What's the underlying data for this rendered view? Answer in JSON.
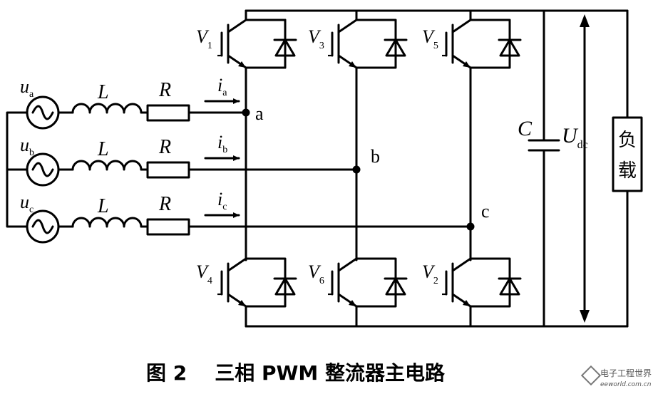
{
  "sources": [
    {
      "symbol": "u",
      "sub": "a"
    },
    {
      "symbol": "u",
      "sub": "b"
    },
    {
      "symbol": "u",
      "sub": "c"
    }
  ],
  "inductor_label": "L",
  "resistor_label": "R",
  "currents": [
    {
      "symbol": "i",
      "sub": "a"
    },
    {
      "symbol": "i",
      "sub": "b"
    },
    {
      "symbol": "i",
      "sub": "c"
    }
  ],
  "nodes": [
    "a",
    "b",
    "c"
  ],
  "upper_switches": [
    {
      "symbol": "V",
      "sub": "1"
    },
    {
      "symbol": "V",
      "sub": "3"
    },
    {
      "symbol": "V",
      "sub": "5"
    }
  ],
  "lower_switches": [
    {
      "symbol": "V",
      "sub": "4"
    },
    {
      "symbol": "V",
      "sub": "6"
    },
    {
      "symbol": "V",
      "sub": "2"
    }
  ],
  "capacitor_label": "C",
  "voltage": {
    "symbol": "U",
    "sub": "dc"
  },
  "load_chars": [
    "负",
    "载"
  ],
  "caption": "图 2    三相 PWM 整流器主电路",
  "watermark": {
    "top": "电子工程世界",
    "bottom": "eeworld.com.cn"
  }
}
